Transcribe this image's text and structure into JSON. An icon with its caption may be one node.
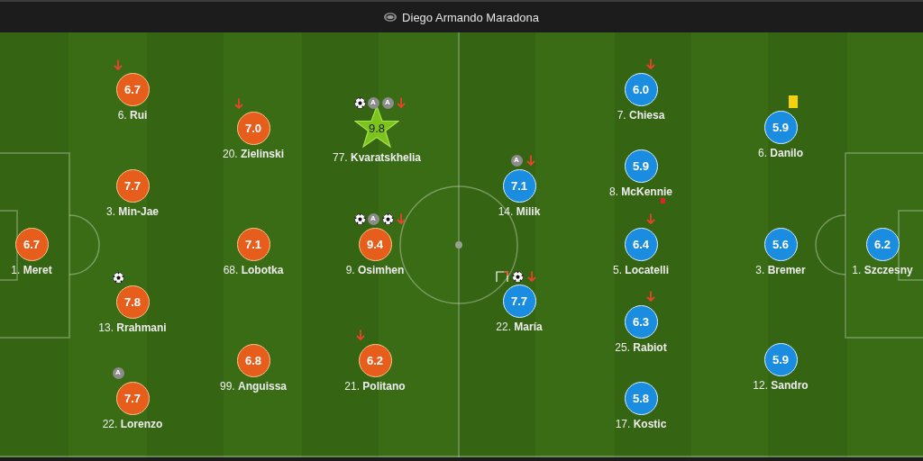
{
  "diagram": {
    "title": "Diego Armando Maradona",
    "nodes": [
      {
        "text": [
          "6.7"
        ],
        "beside": [
          "1. **Meret**"
        ]
      },
      {
        "text": [
          "6.7"
        ],
        "beside": [
          "6. **Rui**"
        ]
      },
      {
        "text": [
          "7.7"
        ],
        "beside": [
          "3. **Min-Jae**"
        ]
      },
      {
        "text": [
          "7.8"
        ],
        "beside": [
          "13. **Rrahmani**"
        ]
      },
      {
        "text": [
          "7.7"
        ],
        "beside": [
          "22. **Lorenzo**",
          "A"
        ]
      },
      {
        "text": [
          "7.0"
        ],
        "beside": [
          "20. **Zielinski**"
        ]
      },
      {
        "text": [
          "7.1"
        ],
        "beside": [
          "68. **Lobotka**"
        ]
      },
      {
        "text": [
          "6.8"
        ],
        "beside": [
          "99. **Anguissa**"
        ]
      },
      {
        "text": [
          "9.8"
        ],
        "beside": [
          "77. **Kvaratskhelia**",
          "A",
          "A"
        ]
      },
      {
        "text": [
          "9.4"
        ],
        "beside": [
          "9. **Osimhen**",
          "A"
        ]
      },
      {
        "text": [
          "6.2"
        ],
        "beside": [
          "21. **Politano**"
        ]
      },
      {
        "text": [
          "7.1"
        ],
        "beside": [
          "14. **Milik**",
          "A"
        ]
      },
      {
        "text": [
          "7.7"
        ],
        "beside": [
          "22. **María**"
        ]
      },
      {
        "text": [
          "6.0"
        ],
        "beside": [
          "7. **Chiesa**"
        ]
      },
      {
        "text": [
          "5.9"
        ],
        "beside": [
          "8. **McKennie**"
        ]
      },
      {
        "text": [
          "6.4"
        ],
        "beside": [
          "5. **Locatelli**"
        ]
      },
      {
        "text": [
          "6.3"
        ],
        "beside": [
          "25. **Rabiot**"
        ]
      },
      {
        "text": [
          "5.8"
        ],
        "beside": [
          "17. **Kostic**"
        ]
      },
      {
        "text": [
          "5.9"
        ],
        "beside": [
          "6. **Danilo**"
        ]
      },
      {
        "text": [
          "5.6"
        ],
        "beside": [
          "3. **Bremer**"
        ]
      },
      {
        "text": [
          "5.9"
        ],
        "beside": [
          "12. **Sandro**"
        ]
      },
      {
        "text": [
          "6.2"
        ],
        "beside": [
          "1. **Szczesny**"
        ]
      }
    ]
  }
}
